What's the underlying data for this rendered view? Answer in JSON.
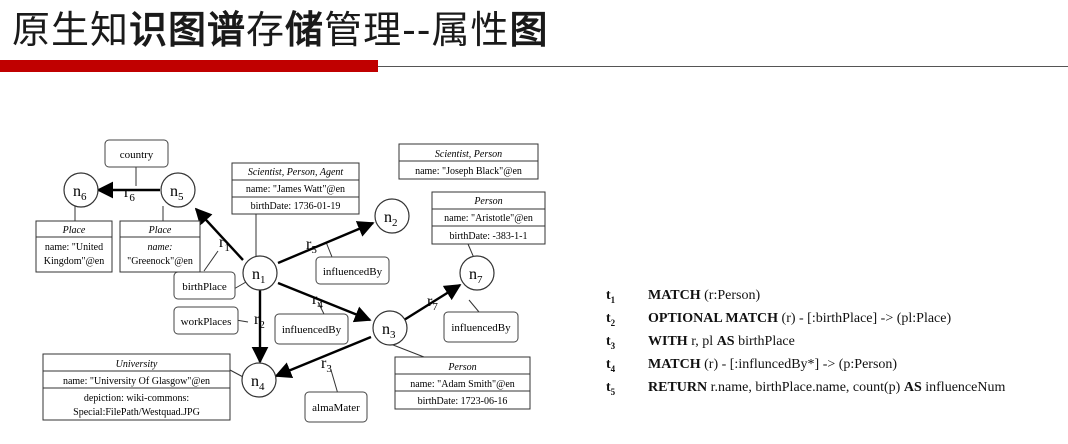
{
  "title": {
    "parts": [
      {
        "text": "原生知",
        "bold": false
      },
      {
        "text": "识图谱",
        "bold": true
      },
      {
        "text": "存",
        "bold": false
      },
      {
        "text": "储",
        "bold": true
      },
      {
        "text": "管理--属性",
        "bold": false
      },
      {
        "text": "图",
        "bold": true
      }
    ]
  },
  "graph": {
    "nodes": {
      "n1": {
        "label": "n",
        "sub": "1"
      },
      "n2": {
        "label": "n",
        "sub": "2"
      },
      "n3": {
        "label": "n",
        "sub": "3"
      },
      "n4": {
        "label": "n",
        "sub": "4"
      },
      "n5": {
        "label": "n",
        "sub": "5"
      },
      "n6": {
        "label": "n",
        "sub": "6"
      },
      "n7": {
        "label": "n",
        "sub": "7"
      }
    },
    "rels": {
      "r1": {
        "label": "r",
        "sub": "1"
      },
      "r2": {
        "label": "r",
        "sub": "2"
      },
      "r3": {
        "label": "r",
        "sub": "3"
      },
      "r4": {
        "label": "r",
        "sub": "4"
      },
      "r5": {
        "label": "r",
        "sub": "5"
      },
      "r6": {
        "label": "r",
        "sub": "6"
      },
      "r7": {
        "label": "r",
        "sub": "7"
      }
    },
    "rel_types": {
      "country": "country",
      "birthPlace": "birthPlace",
      "workPlaces": "workPlaces",
      "influencedBy_r5": "influencedBy",
      "influencedBy_r4": "influencedBy",
      "influencedBy_r7": "influencedBy",
      "almaMater": "almaMater"
    },
    "node_props": {
      "n6": {
        "type": "Place",
        "l1": "name: \"United",
        "l2": "Kingdom\"@en"
      },
      "n5": {
        "type": "Place",
        "l1": "name:",
        "l2": "\"Greenock\"@en"
      },
      "n1": {
        "type": "Scientist, Person, Agent",
        "l1": "name: \"James Watt\"@en",
        "l2": "birthDate: 1736-01-19"
      },
      "n2": {
        "type": "Scientist, Person",
        "l1": "name: \"Joseph Black\"@en"
      },
      "n7": {
        "type": "Person",
        "l1": "name: \"Aristotle\"@en",
        "l2": "birthDate: -383-1-1"
      },
      "n3": {
        "type": "Person",
        "l1": "name: \"Adam Smith\"@en",
        "l2": "birthDate: 1723-06-16"
      },
      "n4": {
        "type": "University",
        "l1": "name: \"University Of Glasgow\"@en",
        "l2": "depiction: wiki-commons:",
        "l3": "Special:FilePath/Westquad.JPG"
      }
    }
  },
  "query": [
    {
      "id": "t",
      "sub": "1",
      "kw": "MATCH",
      "rest": " (r:Person)"
    },
    {
      "id": "t",
      "sub": "2",
      "kw": "OPTIONAL MATCH",
      "rest": " (r) - [:birthPlace] -> (pl:Place)"
    },
    {
      "id": "t",
      "sub": "3",
      "kw": "WITH",
      "rest": " r, pl ",
      "kw2": "AS",
      "rest2": " birthPlace"
    },
    {
      "id": "t",
      "sub": "4",
      "kw": "MATCH",
      "rest": " (r) - [:influncedBy*] -> (p:Person)"
    },
    {
      "id": "t",
      "sub": "5",
      "kw": "RETURN",
      "rest": " r.name, birthPlace.name, count(p) ",
      "kw2": "AS",
      "rest2": " influenceNum"
    }
  ]
}
